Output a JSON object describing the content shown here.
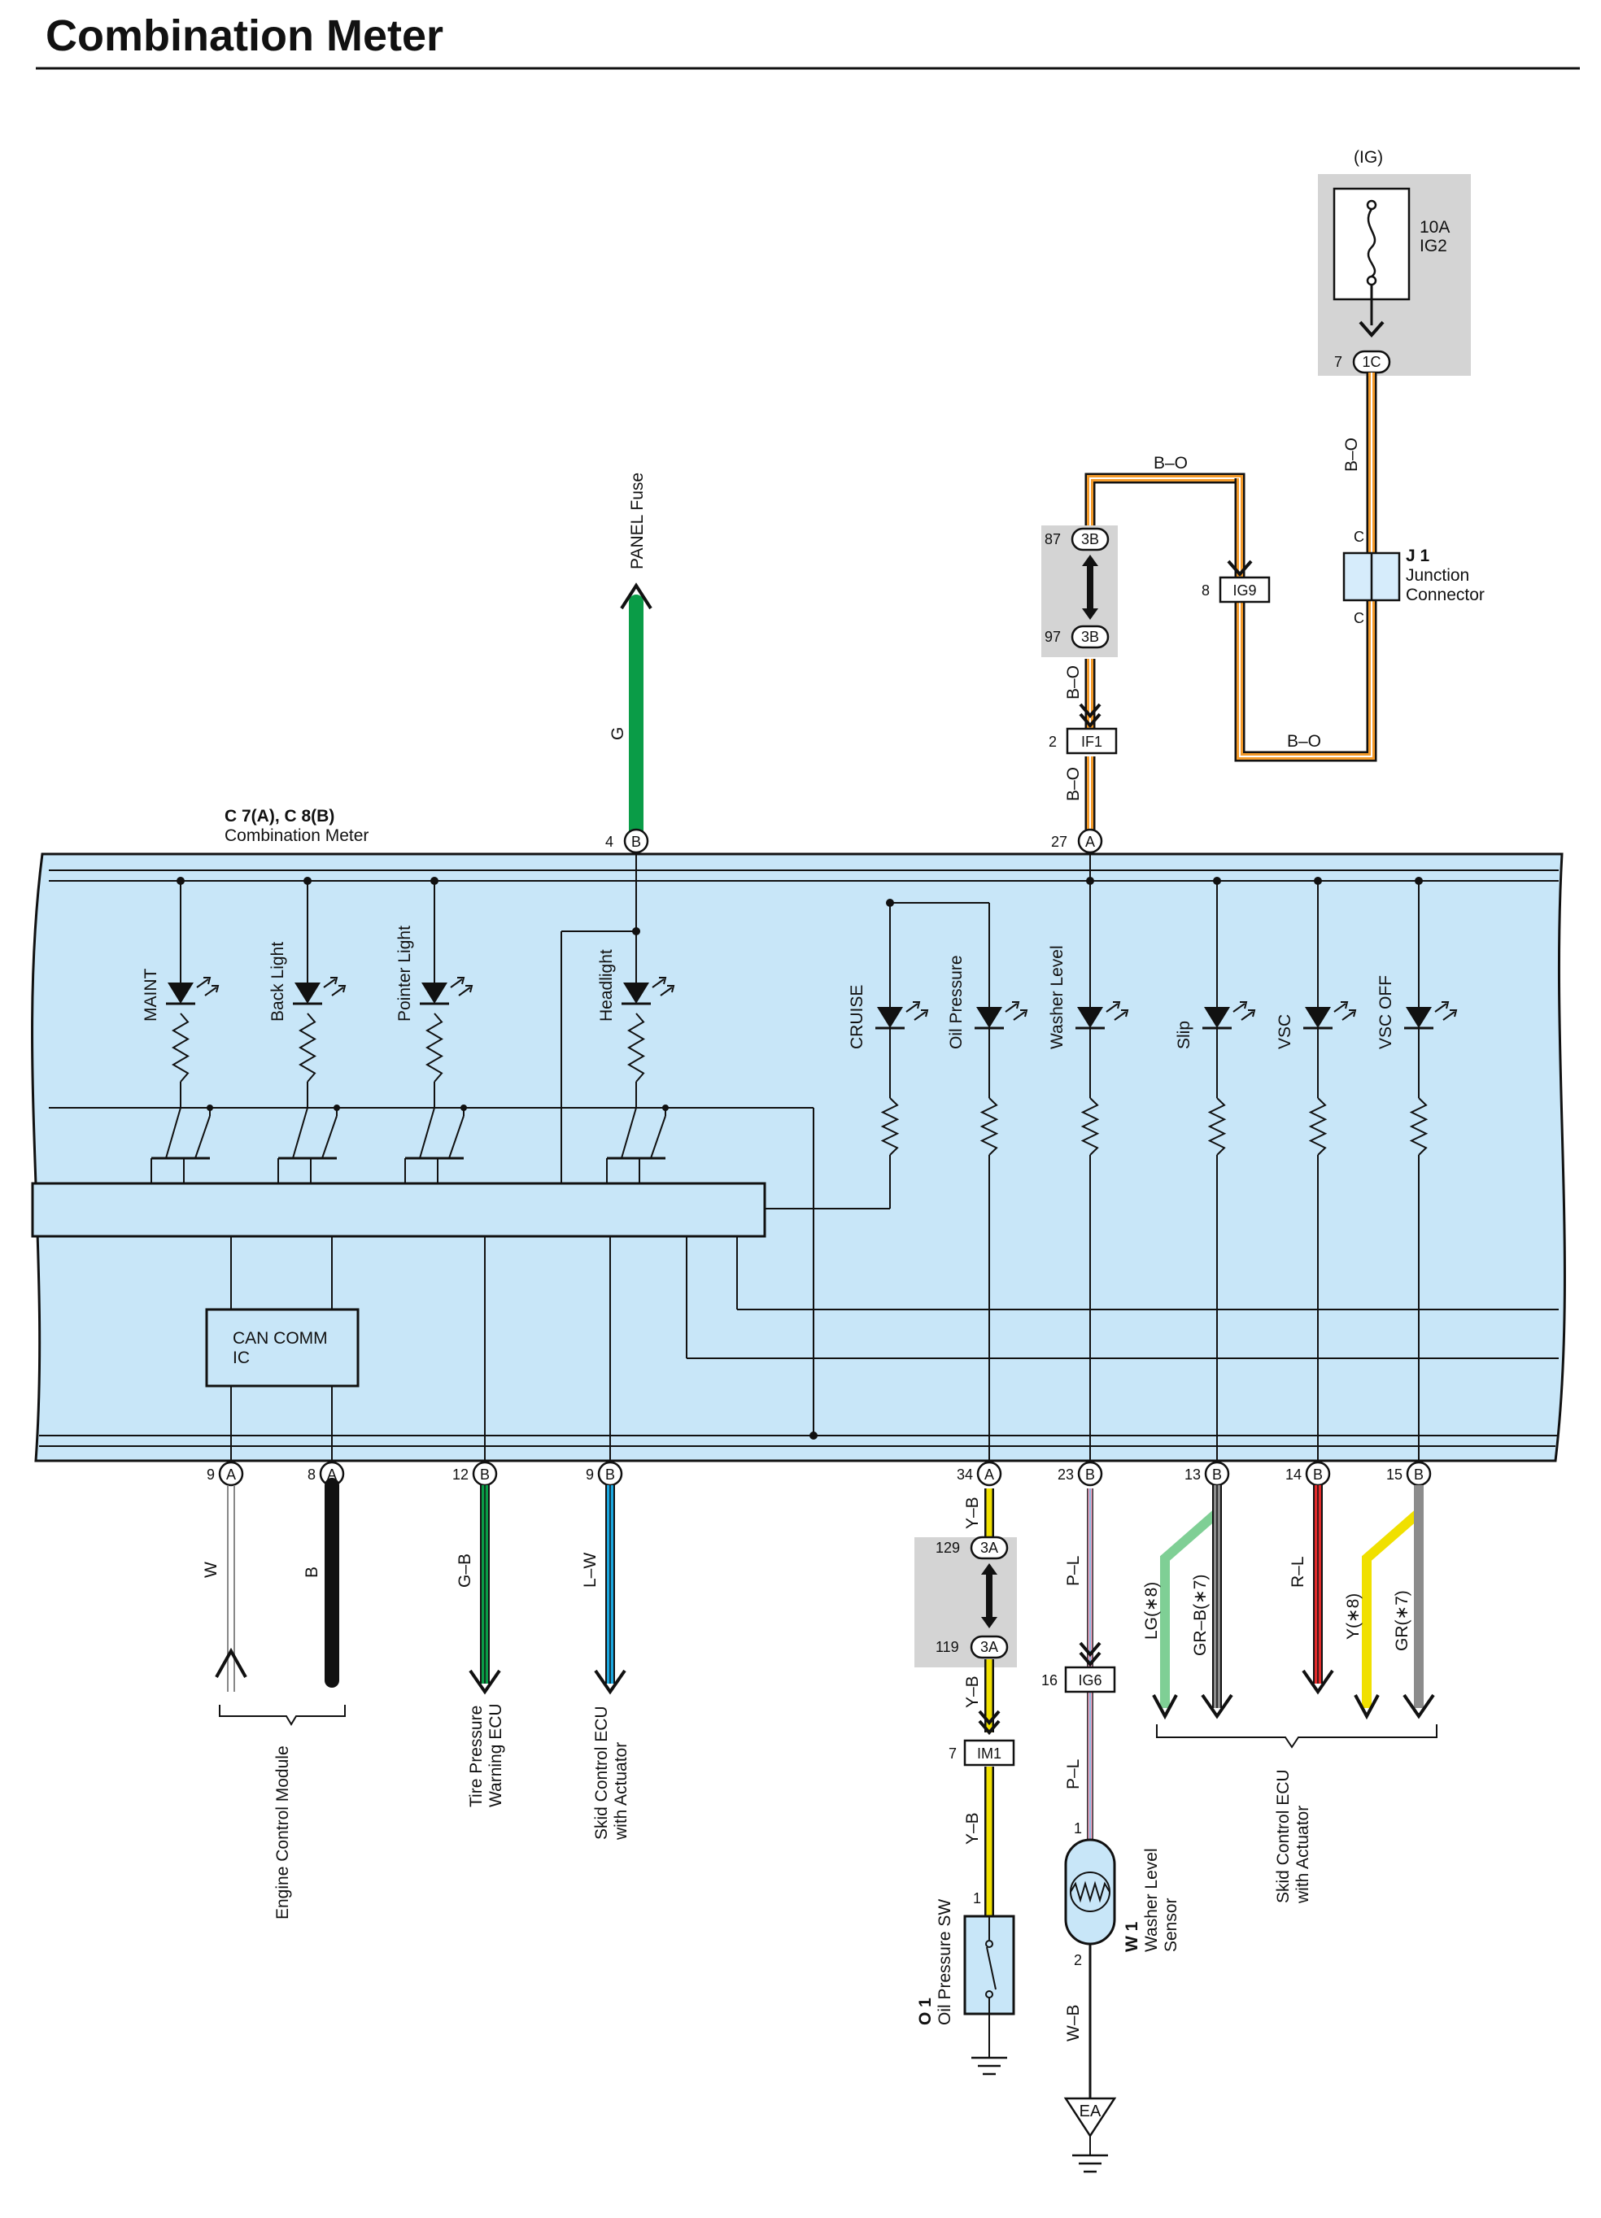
{
  "title": "Combination Meter",
  "component": {
    "code": "C 7(A), C 8(B)",
    "name": "Combination Meter"
  },
  "fuse": {
    "group": "(IG)",
    "rating": "10A",
    "name": "IG2",
    "connector": "1C",
    "pin": "7"
  },
  "panel_fuse": {
    "label": "PANEL Fuse",
    "wire": "G",
    "pin": "4",
    "conn": "B"
  },
  "ig_feed": {
    "wire": "B–O",
    "junction": {
      "code": "J 1",
      "name_line1": "Junction",
      "name_line2": "Connector",
      "pin": "C"
    },
    "ig9": {
      "label": "IG9",
      "pin": "8"
    },
    "conn_3b_top": {
      "label": "3B",
      "pin": "87"
    },
    "conn_3b_bottom": {
      "label": "3B",
      "pin": "97"
    },
    "if1": {
      "label": "IF1",
      "pin": "2"
    },
    "meter_pin": {
      "pin": "27",
      "conn": "A"
    }
  },
  "indicators": [
    "MAINT",
    "Back Light",
    "Pointer Light",
    "Headlight",
    "CRUISE",
    "Oil Pressure",
    "Washer Level",
    "Slip",
    "VSC",
    "VSC OFF"
  ],
  "can_ic": {
    "line1": "CAN COMM",
    "line2": "IC"
  },
  "bottom_pins": [
    {
      "pin": "9",
      "conn": "A",
      "wire": "W"
    },
    {
      "pin": "8",
      "conn": "A",
      "wire": "B"
    },
    {
      "pin": "12",
      "conn": "B",
      "wire": "G–B"
    },
    {
      "pin": "9",
      "conn": "B",
      "wire": "L–W"
    },
    {
      "pin": "34",
      "conn": "A",
      "wire": "Y–B"
    },
    {
      "pin": "23",
      "conn": "B",
      "wire": "P–L"
    },
    {
      "pin": "13",
      "conn": "B",
      "wire_a": "LG(∗8)",
      "wire_b": "GR–B(∗7)"
    },
    {
      "pin": "14",
      "conn": "B",
      "wire": "R–L"
    },
    {
      "pin": "15",
      "conn": "B",
      "wire_a": "Y(∗8)",
      "wire_b": "GR(∗7)"
    }
  ],
  "destinations": {
    "ecm": "Engine Control Module",
    "tpms_line1": "Tire Pressure",
    "tpms_line2": "Warning ECU",
    "skid1_line1": "Skid Control ECU",
    "skid1_line2": "with Actuator",
    "skid2_line1": "Skid Control ECU",
    "skid2_line2": "with Actuator"
  },
  "oil": {
    "conn_top": {
      "label": "3A",
      "pin": "129"
    },
    "conn_bottom": {
      "label": "3A",
      "pin": "119"
    },
    "im1": {
      "label": "IM1",
      "pin": "7"
    },
    "wire": "Y–B",
    "switch_pin": "1",
    "code": "O 1",
    "name": "Oil Pressure SW"
  },
  "washer": {
    "ig6": {
      "label": "IG6",
      "pin": "16"
    },
    "wire": "P–L",
    "pin1": "1",
    "pin2": "2",
    "ground_wire": "W–B",
    "ground_point": "EA",
    "code": "W 1",
    "name_line1": "Washer Level",
    "name_line2": "Sensor"
  },
  "colors": {
    "meter_fill": "#c8e6f8",
    "fuse_box": "#d4d4d4",
    "green": "#0a9c47",
    "orange": "#f39a2a",
    "yellow": "#f0e000",
    "pink": "#f4a6c6",
    "light_blue": "#1aa7e0",
    "red": "#e32b2b",
    "gray": "#8c8c8c",
    "light_green": "#7fcf95"
  }
}
